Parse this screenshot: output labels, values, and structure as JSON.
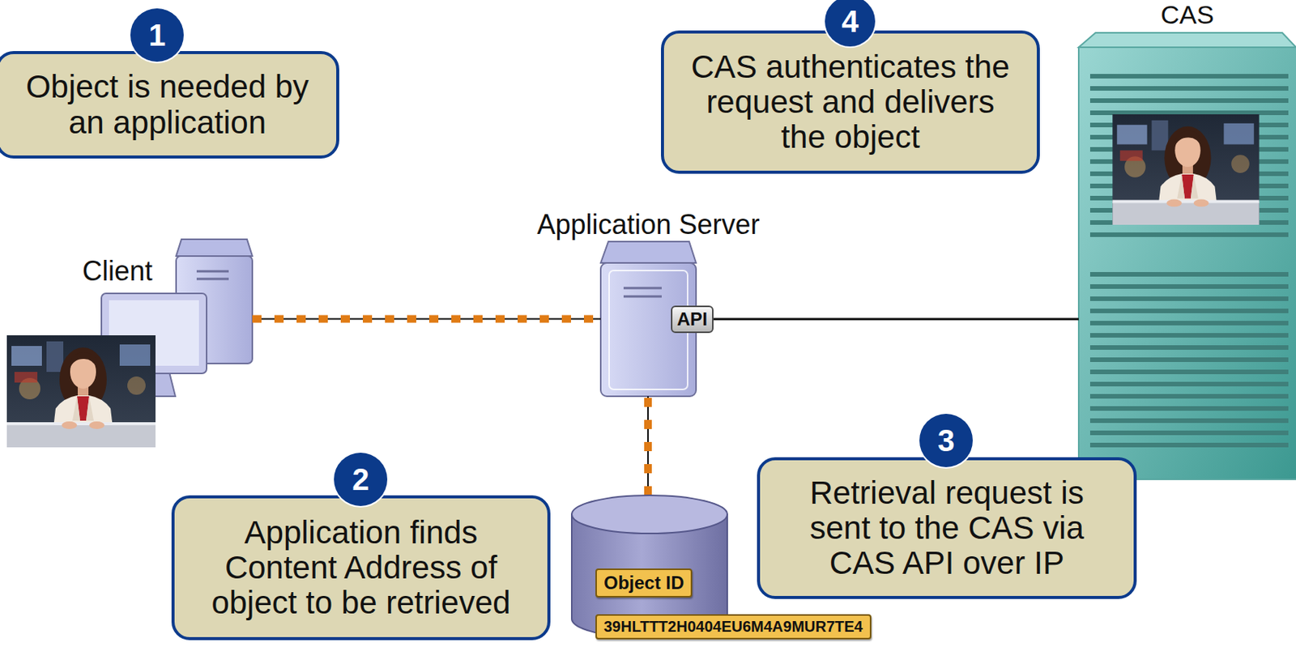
{
  "diagram": {
    "nodes": [
      {
        "text": [
          "Object is needed by an application"
        ]
      },
      {
        "text": [
          "CAS authenticates the request and delivers the object"
        ]
      },
      {
        "text": [
          "CAS"
        ]
      },
      {
        "text": [
          "Client"
        ]
      },
      {
        "text": [
          "Application Server"
        ]
      },
      {
        "text": [
          "API"
        ],
        "in": 4
      },
      {
        "text": [
          "Application finds Content Address of object to be retrieved"
        ]
      },
      {
        "text": [
          "Retrieval request is sent to the CAS via CAS API over IP"
        ]
      },
      {
        "text": [
          "Object ID"
        ]
      },
      {
        "text": [
          "39HLTTT2H0404EU6M4A9MUR7TE4"
        ]
      }
    ],
    "edges": [
      {
        "from": 3,
        "to": 4,
        "arrow": "none"
      },
      {
        "from": 5,
        "to": 2,
        "arrow": "none"
      }
    ],
    "labels": [
      "1",
      "2",
      "3",
      "4"
    ]
  }
}
